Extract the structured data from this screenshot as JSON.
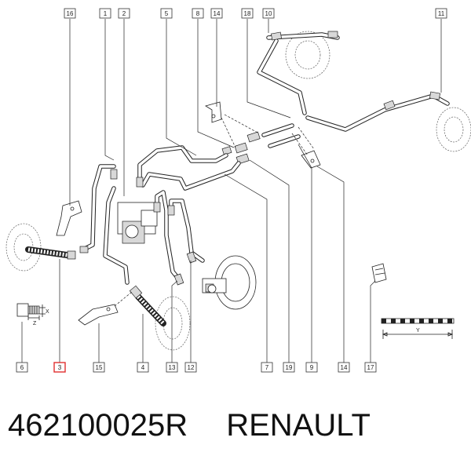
{
  "diagram": {
    "callouts_top": [
      "16",
      "1",
      "2",
      "5",
      "8",
      "14",
      "18",
      "10",
      "11"
    ],
    "callouts_bottom": [
      "6",
      "3",
      "15",
      "4",
      "13",
      "12",
      "7",
      "19",
      "9",
      "14",
      "17"
    ],
    "highlighted_callout": "3",
    "dimension_labels": {
      "x": "X",
      "z": "Z",
      "y": "Y"
    }
  },
  "footer": {
    "part_number": "462100025R",
    "brand": "RENAULT"
  }
}
